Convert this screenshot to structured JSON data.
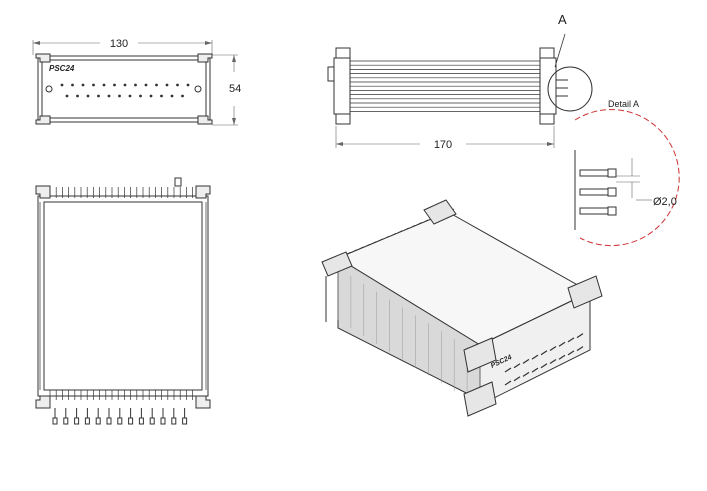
{
  "drawing": {
    "dims": {
      "front_width": "130",
      "front_height": "54",
      "side_length": "170",
      "detail_diameter": "Ø2,0"
    },
    "callouts": {
      "detail_marker": "A",
      "detail_title": "Detail A"
    },
    "logo_text": "PSC24",
    "colors": {
      "line": "#333333",
      "dim_line": "#666666",
      "detail_circle": "#cc3333",
      "shade": "#d9d9d9"
    }
  }
}
